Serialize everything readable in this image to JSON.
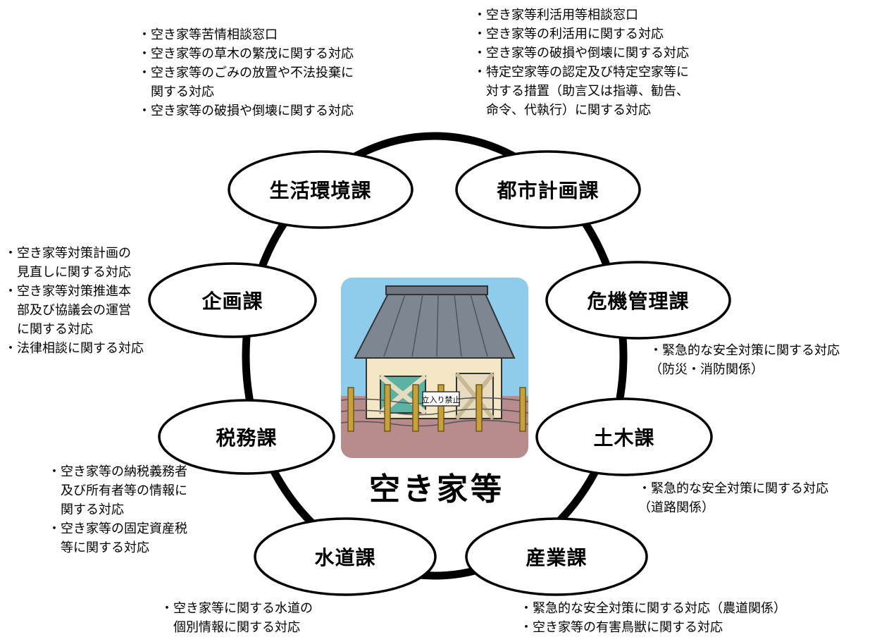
{
  "center": {
    "label": "空き家等"
  },
  "departments": {
    "seikatsu": {
      "name": "生活環境課",
      "notes": [
        "・空き家等苦情相談窓口",
        "・空き家等の草木の繁茂に関する対応",
        "・空き家等のごみの放置や不法投棄に",
        "　関する対応",
        "・空き家等の破損や倒壊に関する対応"
      ]
    },
    "toshi": {
      "name": "都市計画課",
      "notes": [
        "・空き家等利活用等相談窓口",
        "・空き家等の利活用に関する対応",
        "・空き家等の破損や倒壊に関する対応",
        "・特定空家等の認定及び特定空家等に",
        "　対する措置（助言又は指導、勧告、",
        "　命令、代執行）に関する対応"
      ]
    },
    "kikaku": {
      "name": "企画課",
      "notes": [
        "・空き家等対策計画の",
        "　見直しに関する対応",
        "・空き家等対策推進本",
        "　部及び協議会の運営",
        "　に関する対応",
        "・法律相談に関する対応"
      ]
    },
    "kiki": {
      "name": "危機管理課",
      "notes": [
        "・緊急的な安全対策に関する対応",
        "（防災・消防関係）"
      ]
    },
    "zeimu": {
      "name": "税務課",
      "notes": [
        "・空き家等の納税義務者",
        "　及び所有者等の情報に",
        "　関する対応",
        "・空き家等の固定資産税",
        "　等に関する対応"
      ]
    },
    "doboku": {
      "name": "土木課",
      "notes": [
        "・緊急的な安全対策に関する対応",
        "（道路関係）"
      ]
    },
    "suido": {
      "name": "水道課",
      "notes": [
        "・空き家等に関する水道の",
        "　個別情報に関する対応"
      ]
    },
    "sangyo": {
      "name": "産業課",
      "notes": [
        "・緊急的な安全対策に関する対応（農道関係）",
        "・空き家等の有害鳥獣に関する対応"
      ]
    }
  },
  "illustration": {
    "sign_text": "立入り禁止"
  },
  "colors": {
    "ring": "#000000",
    "sky": "#8fcbea",
    "ground": "#b88c8c",
    "roof": "#7d8791",
    "wall": "#f2e6c4",
    "fence": "#c9a13a",
    "window": "#5ab3a3"
  }
}
